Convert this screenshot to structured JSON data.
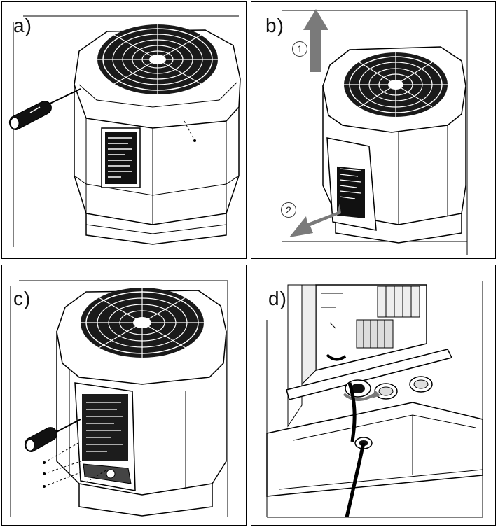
{
  "panels": [
    {
      "label": "a)"
    },
    {
      "label": "b)",
      "steps": [
        "1",
        "2"
      ]
    },
    {
      "label": "c)"
    },
    {
      "label": "d)"
    }
  ],
  "colors": {
    "arrow": "#7a7a7a",
    "line": "#000000",
    "fan": "#1a1a1a"
  },
  "icons": [
    "screwdriver-icon",
    "up-arrow-icon",
    "pull-arrow-icon",
    "rotate-arrow-icon"
  ]
}
